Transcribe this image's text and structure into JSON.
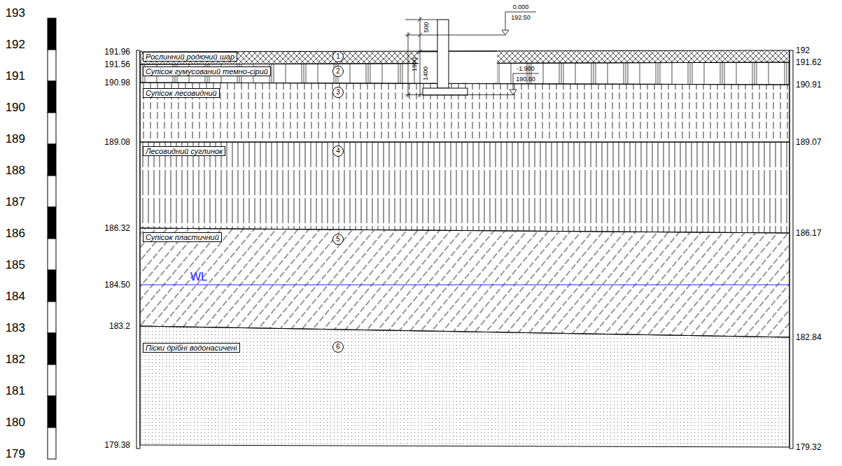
{
  "diagram": {
    "nodes": [
      {
        "text": [
          "Рослинний родючий шар",
          "1"
        ]
      },
      {
        "text": [
          "Супісок гумусований темно-сірий",
          "2"
        ]
      },
      {
        "text": [
          "Супісок лесовидний",
          "3"
        ]
      },
      {
        "text": [
          "Лесовидний суглинок",
          "4"
        ]
      },
      {
        "text": [
          "Супісок пластичний",
          "5"
        ]
      },
      {
        "text": [
          "Піски дрібні водонасичені",
          "6"
        ]
      }
    ],
    "labels": [
      "193",
      "192",
      "191",
      "190",
      "189",
      "188",
      "187",
      "186",
      "185",
      "184",
      "183",
      "182",
      "181",
      "180",
      "179",
      "191.96",
      "191.56",
      "190.98",
      "189.08",
      "186.32",
      "184.50",
      "183.2",
      "179.38",
      "192",
      "191.62",
      "190.91",
      "189.07",
      "186.17",
      "182.84",
      "179.32",
      "WL",
      "500",
      "1900",
      "1400",
      "0.000",
      "192.50",
      "-1.900",
      "190.60"
    ]
  }
}
